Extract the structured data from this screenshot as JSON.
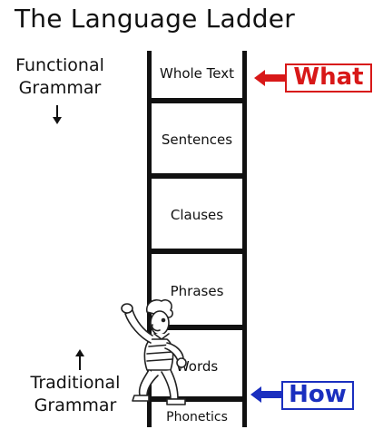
{
  "title": "The Language Ladder",
  "left_labels": {
    "top": [
      "Functional",
      "Grammar"
    ],
    "bottom": [
      "Traditional",
      "Grammar"
    ]
  },
  "levels": [
    "Whole Text",
    "Sentences",
    "Clauses",
    "Phrases",
    "Words",
    "Phonetics"
  ],
  "markers": {
    "top": {
      "label": "What",
      "color": "#d81818"
    },
    "bottom": {
      "label": "How",
      "color": "#1a2fbf"
    }
  },
  "icons": [
    "down-arrow-icon",
    "up-arrow-icon",
    "climbing-person-icon"
  ]
}
